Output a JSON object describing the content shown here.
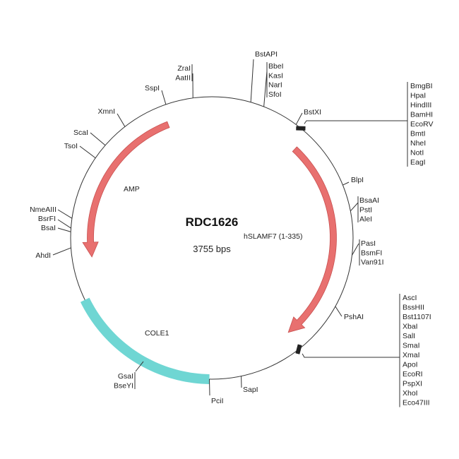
{
  "plasmid": {
    "name": "RDC1626",
    "size": "3755 bps"
  },
  "features": {
    "amp": {
      "label": "AMP",
      "color": "#e8706f"
    },
    "hslamf7": {
      "label": "hSLAMF7 (1-335)",
      "color": "#e8706f"
    },
    "cole1": {
      "label": "COLE1",
      "color": "#6fd6d3"
    }
  },
  "sites": {
    "zrai": "ZraI",
    "aatii": "AatII",
    "sspi": "SspI",
    "xmni": "XmnI",
    "scai": "ScaI",
    "tsoi": "TsoI",
    "nmeaiii": "NmeAIII",
    "bsrfi": "BsrFI",
    "bsai": "BsaI",
    "ahdi": "AhdI",
    "bstapi": "BstAPI",
    "bbei": "BbeI",
    "kasi": "KasI",
    "nari": "NarI",
    "sfoi": "SfoI",
    "bstxi": "BstXI",
    "blpi": "BlpI",
    "bsaai": "BsaAI",
    "psti": "PstI",
    "alei": "AleI",
    "pasi": "PasI",
    "bsmfi": "BsmFI",
    "van91i": "Van91I",
    "pshai": "PshAI",
    "sapi": "SapI",
    "pcii": "PciI",
    "gsai": "GsaI",
    "bseyi": "BseYI"
  },
  "mcs1": [
    "BmgBI",
    "HpaI",
    "HindIII",
    "BamHI",
    "EcoRV",
    "BmtI",
    "NheI",
    "NotI",
    "EagI"
  ],
  "mcs2": [
    "AscI",
    "BssHII",
    "Bst1107I",
    "XbaI",
    "SalI",
    "SmaI",
    "XmaI",
    "ApoI",
    "EcoRI",
    "PspXI",
    "XhoI",
    "Eco47III"
  ]
}
